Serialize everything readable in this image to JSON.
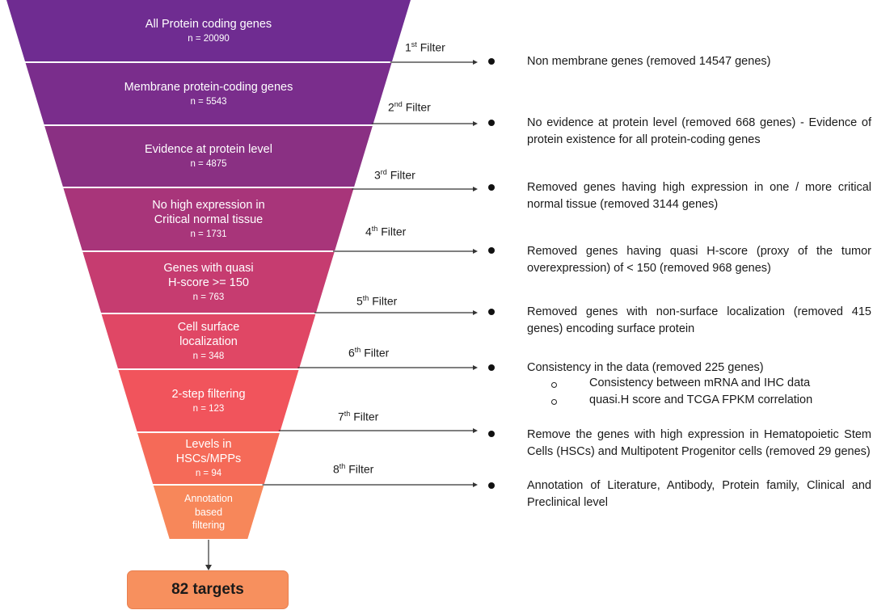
{
  "funnel": [
    {
      "label": "All Protein coding genes",
      "n": "n = 20090",
      "color": "#6f2c91"
    },
    {
      "label": "Membrane protein-coding genes",
      "n": "n = 5543",
      "color": "#7a2d8c"
    },
    {
      "label": "Evidence at protein level",
      "n": "n = 4875",
      "color": "#8a3083"
    },
    {
      "label": "No high expression in\nCritical normal tissue",
      "n": "n = 1731",
      "color": "#a8357a"
    },
    {
      "label": "Genes with quasi\nH-score >= 150",
      "n": "n = 763",
      "color": "#c63c70"
    },
    {
      "label": "Cell surface\nlocalization",
      "n": "n = 348",
      "color": "#e04765"
    },
    {
      "label": "2-step filtering",
      "n": "n = 123",
      "color": "#f1545c"
    },
    {
      "label": "Levels in\nHSCs/MPPs",
      "n": "n = 94",
      "color": "#f56a58"
    },
    {
      "label": "Annotation\nbased\nfiltering",
      "n": "",
      "color": "#f7875a"
    }
  ],
  "filters": [
    {
      "num": "1",
      "sup": "st",
      "word": "Filter"
    },
    {
      "num": "2",
      "sup": "nd",
      "word": "Filter"
    },
    {
      "num": "3",
      "sup": "rd",
      "word": "Filter"
    },
    {
      "num": "4",
      "sup": "th",
      "word": "Filter"
    },
    {
      "num": "5",
      "sup": "th",
      "word": "Filter"
    },
    {
      "num": "6",
      "sup": "th",
      "word": "Filter"
    },
    {
      "num": "7",
      "sup": "th",
      "word": "Filter"
    },
    {
      "num": "8",
      "sup": "th",
      "word": "Filter"
    }
  ],
  "descriptions": [
    "Non membrane genes (removed 14547 genes)",
    "No evidence at protein level (removed 668 genes) - Evidence of protein existence for all protein-coding genes",
    "Removed genes having high expression in one / more critical normal tissue (removed 3144 genes)",
    "Removed genes having quasi H-score (proxy of the tumor overexpression) of < 150 (removed 968 genes)",
    "Removed genes with non-surface localization (removed 415 genes) encoding surface protein",
    "Consistency in the data (removed 225 genes)",
    "Remove the genes with high expression  in Hematopoietic Stem Cells (HSCs) and Multipotent Progenitor cells (removed 29 genes)",
    "Annotation of Literature, Antibody, Protein family,  Clinical and Preclinical level"
  ],
  "sub_items": [
    "Consistency between mRNA and IHC data",
    "quasi.H score and TCGA FPKM correlation"
  ],
  "final": "82 targets",
  "colors": {
    "arrow": "#333333",
    "final_box": "#f7905e"
  }
}
